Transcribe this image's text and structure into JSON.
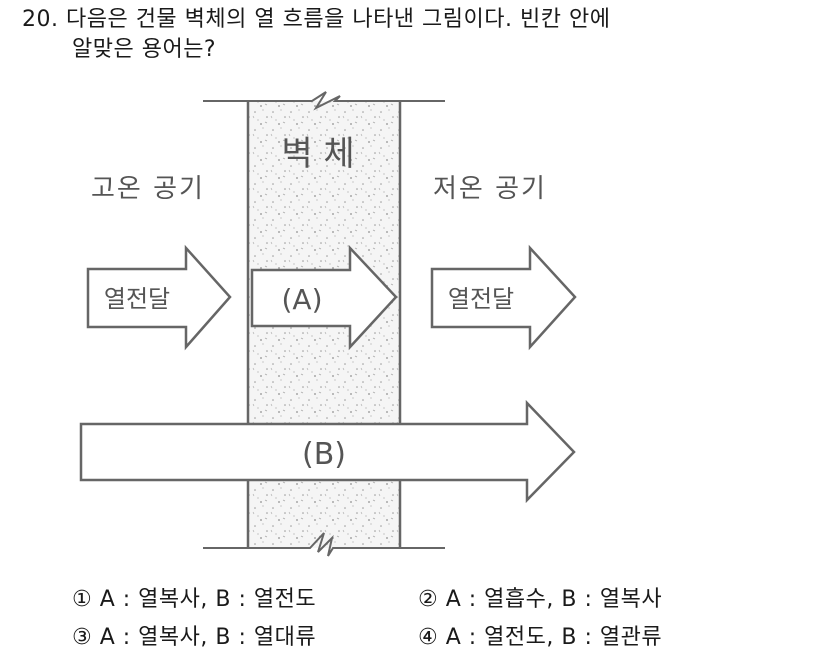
{
  "question": {
    "number": "20.",
    "line1": "20. 다음은 건물 벽체의 열 흐름을 나타낸 그림이다. 빈칸 안에",
    "line2": "알맞은 용어는?"
  },
  "diagram": {
    "wall_label": "벽 체",
    "left_label": "고온 공기",
    "right_label": "저온 공기",
    "left_arrow_label": "열전달",
    "right_arrow_label": "열전달",
    "arrow_a_label": "(A)",
    "arrow_b_label": "(B)",
    "colors": {
      "line": "#666666",
      "wall_fill": "#f4f4f4",
      "speckle": "#9a9a9a",
      "text": "#555555"
    }
  },
  "choices": [
    {
      "id": "1",
      "label": "① A : 열복사, B : 열전도"
    },
    {
      "id": "2",
      "label": "② A : 열흡수, B : 열복사"
    },
    {
      "id": "3",
      "label": "③ A : 열복사, B : 열대류"
    },
    {
      "id": "4",
      "label": "④ A : 열전도, B : 열관류"
    }
  ]
}
